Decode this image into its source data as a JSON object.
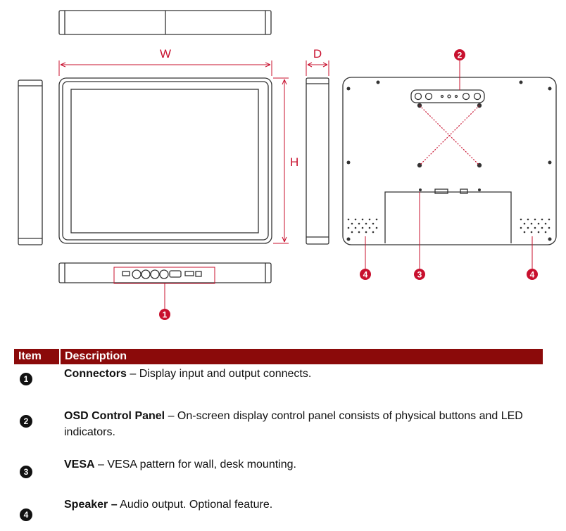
{
  "dimensions": {
    "width": "W",
    "depth": "D",
    "height": "H"
  },
  "callouts": [
    "1",
    "2",
    "3",
    "4"
  ],
  "table": {
    "headers": {
      "item": "Item",
      "description": "Description"
    },
    "rows": [
      {
        "num": "1",
        "term": "Connectors",
        "sep": " – ",
        "text": "Display input and output connects."
      },
      {
        "num": "2",
        "term": "OSD Control Panel",
        "sep": " – ",
        "text": "On-screen display control panel consists of physical buttons and LED indicators."
      },
      {
        "num": "3",
        "term": "VESA",
        "sep": " – ",
        "text": "VESA pattern for wall, desk mounting."
      },
      {
        "num": "4",
        "term": "Speaker –",
        "sep": " ",
        "text": "Audio output. Optional feature."
      }
    ]
  },
  "colors": {
    "accent_red": "#c8102e",
    "header_bg": "#8b0a0a",
    "outline": "#333333"
  }
}
